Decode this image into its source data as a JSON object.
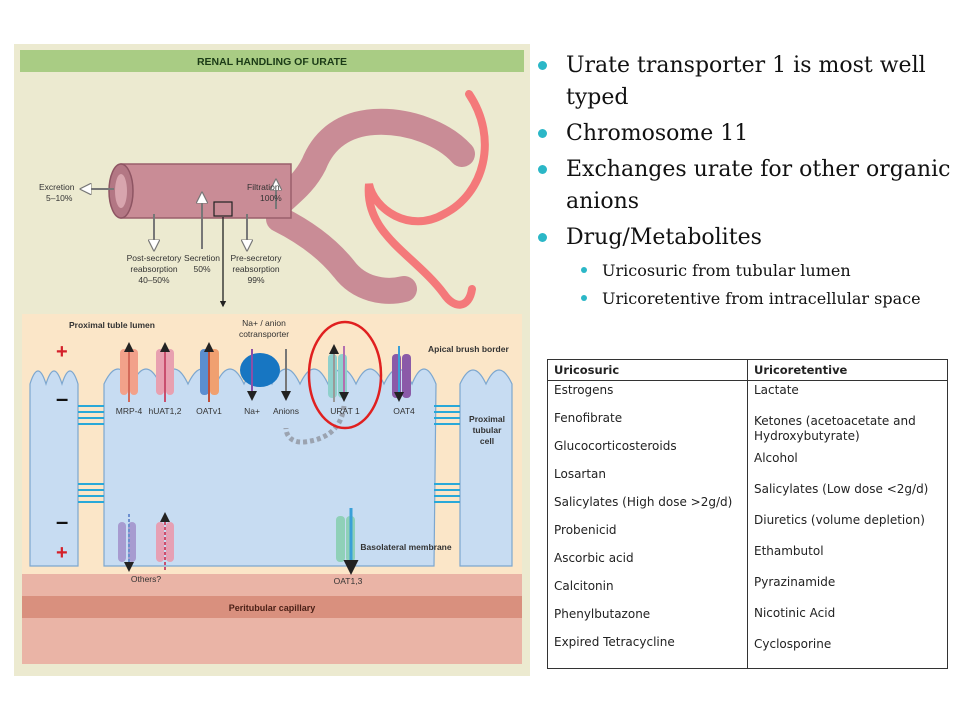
{
  "figure": {
    "title": "RENAL HANDLING OF URATE",
    "tubule_labels": {
      "excretion_1": "Excretion",
      "excretion_2": "5–10%",
      "filtration_1": "Filtration",
      "filtration_2": "100%",
      "post_1": "Post-secretory",
      "post_2": "reabsorption",
      "post_3": "40–50%",
      "secretion_1": "Secretion",
      "secretion_2": "50%",
      "pre_1": "Pre-secretory",
      "pre_2": "reabsorption",
      "pre_3": "99%"
    },
    "cell_labels": {
      "lumen": "Proximal tuble lumen",
      "cotransporter_1": "Na+ / anion",
      "cotransporter_2": "cotransporter",
      "brush": "Apical brush border",
      "cell_1": "Proximal",
      "cell_2": "tubular",
      "cell_3": "cell",
      "basolateral": "Basolateral membrane",
      "capillary": "Peritubular capillary",
      "others": "Others?",
      "oat13": "OAT1,3",
      "plus": "+",
      "minus": "–"
    },
    "transporters": [
      "MRP-4",
      "hUAT1,2",
      "OATv1",
      "Na+",
      "Anions",
      "URAT 1",
      "OAT4"
    ],
    "colors": {
      "tubule": "#c98c96",
      "panel_bg": "#ecead0",
      "cell_fill": "#c7dcf2",
      "lumen_fill": "#fbe6c8",
      "capillary": "#eab4a6",
      "highlight": "#e02020",
      "bullet": "#2bb7c7"
    }
  },
  "bullets": {
    "b1": "Urate transporter 1 is most well typed",
    "b2": "Chromosome 11",
    "b3": "Exchanges urate for other organic anions",
    "b4": "Drug/Metabolites",
    "s1": "Uricosuric from tubular lumen",
    "s2": "Uricoretentive from intracellular space"
  },
  "table": {
    "headers": [
      "Uricosuric",
      "Uricoretentive"
    ],
    "uricosuric": [
      "Estrogens",
      "Fenofibrate",
      "Glucocorticosteroids",
      "Losartan",
      "Salicylates (High dose >2g/d)",
      "Probenicid",
      "Ascorbic acid",
      "Calcitonin",
      "Phenylbutazone",
      "Expired Tetracycline"
    ],
    "uricoretentive": [
      "Lactate",
      "Ketones (acetoacetate  and Hydroxybutyrate)",
      "Alcohol",
      "Salicylates (Low dose <2g/d)",
      "Diuretics (volume depletion)",
      "Ethambutol",
      "Pyrazinamide",
      "Nicotinic Acid",
      "Cyclosporine"
    ]
  }
}
